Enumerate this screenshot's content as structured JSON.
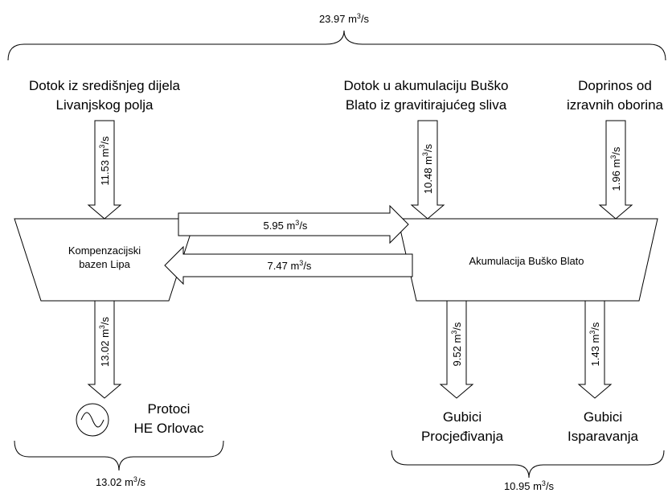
{
  "unit_prefix": {
    "top": "23.97 m",
    "bottom_left": "13.02 m",
    "bottom_right": "10.95 m",
    "flow_lipa_to_busko": "5.95 m",
    "flow_busko_to_lipa": "7.47 m",
    "inflow_livanjsko": "11.53 m",
    "inflow_busko_catchment": "10.48 m",
    "inflow_precipitation": "1.96 m",
    "outflow_orlovac": "13.02 m",
    "outflow_seepage": "9.52 m",
    "outflow_evaporation": "1.43 m"
  },
  "unit_sup": "3",
  "unit_suffix": "/s",
  "sources": {
    "livanjsko_line1": "Dotok iz središnjeg dijela",
    "livanjsko_line2": "Livanjskog polja",
    "busko_catchment_line1": "Dotok u akumulaciju Buško",
    "busko_catchment_line2": "Blato iz gravitirajućeg sliva",
    "precipitation_line1": "Doprinos od",
    "precipitation_line2": "izravnih oborina"
  },
  "nodes": {
    "lipa_line1": "Kompenzacijski",
    "lipa_line2": "bazen Lipa",
    "busko": "Akumulacija Buško Blato"
  },
  "sinks": {
    "orlovac_line1": "Protoci",
    "orlovac_line2": "HE Orlovac",
    "seepage_line1": "Gubici",
    "seepage_line2": "Procjeđivanja",
    "evaporation_line1": "Gubici",
    "evaporation_line2": "Isparavanja"
  },
  "flow_values": {
    "total_inflow": 23.97,
    "livanjsko_inflow": 11.53,
    "busko_catchment_inflow": 10.48,
    "precipitation_inflow": 1.96,
    "lipa_to_busko": 5.95,
    "busko_to_lipa": 7.47,
    "orlovac_outflow": 13.02,
    "seepage_loss": 9.52,
    "evaporation_loss": 1.43,
    "lipa_total_out": 13.02,
    "busko_total_loss": 10.95
  }
}
